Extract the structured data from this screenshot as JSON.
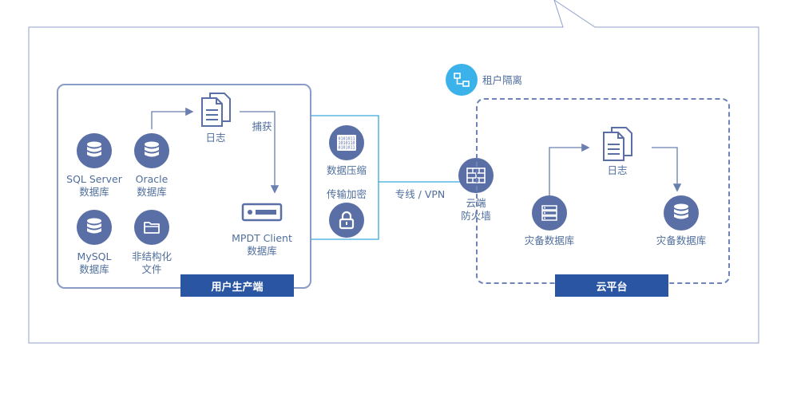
{
  "user_side": {
    "banner": "用户生产端",
    "sources": [
      {
        "line1": "SQL Server",
        "line2": "数据库",
        "icon": "database-icon"
      },
      {
        "line1": "Oracle",
        "line2": "数据库",
        "icon": "database-icon"
      },
      {
        "line1": "MySQL",
        "line2": "数据库",
        "icon": "database-icon"
      },
      {
        "line1": "非结构化",
        "line2": "文件",
        "icon": "folder-icon"
      }
    ],
    "log_label": "日志",
    "capture_label": "捕获",
    "client_line1": "MPDT Client",
    "client_line2": "数据库"
  },
  "transfer": {
    "compress_label": "数据压缩",
    "encrypt_label": "传输加密",
    "line_label": "专线 / VPN",
    "firewall_line1": "云端",
    "firewall_line2": "防火墙"
  },
  "cloud_side": {
    "banner": "云平台",
    "tenant_label": "租户隔离",
    "log_label": "日志",
    "dr_source_label": "灾备数据库",
    "dr_target_label": "灾备数据库"
  },
  "colors": {
    "node": "#5a6fa6",
    "frame": "#8a9bc8",
    "accent_line": "#3aa6df",
    "banner": "#2a55a3",
    "tenant_badge": "#3bb3ea"
  }
}
